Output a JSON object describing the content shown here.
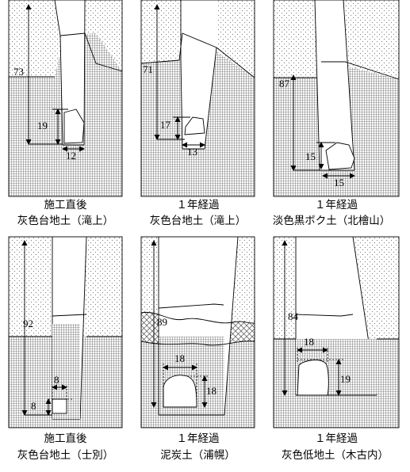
{
  "panels": [
    {
      "id": "p1",
      "depth": "73",
      "cavity_h": "19",
      "cavity_w": "12",
      "caption_line1": "施工直後",
      "caption_line2": "灰色台地土（滝上）"
    },
    {
      "id": "p2",
      "depth": "71",
      "cavity_h": "17",
      "cavity_w": "13",
      "caption_line1": "１年経過",
      "caption_line2": "灰色台地土（滝上）"
    },
    {
      "id": "p3",
      "depth": "87",
      "cavity_h": "15",
      "cavity_w": "15",
      "caption_line1": "１年経過",
      "caption_line2": "淡色黒ボク土（北檜山）"
    },
    {
      "id": "p4",
      "depth": "92",
      "cavity_h": "8",
      "cavity_w": "8",
      "caption_line1": "施工直後",
      "caption_line2": "灰色台地土（士別）"
    },
    {
      "id": "p5",
      "depth": "89",
      "cavity_h": "18",
      "cavity_w": "18",
      "caption_line1": "１年経過",
      "caption_line2": "泥炭土（浦幌）"
    },
    {
      "id": "p6",
      "depth": "84",
      "cavity_h": "19",
      "cavity_w": "18",
      "caption_line1": "１年経過",
      "caption_line2": "灰色低地土（木古内）"
    }
  ],
  "colors": {
    "line": "#000000",
    "dots": "#7a7a7a",
    "grid": "#8a8a8a",
    "hatch": "#555555",
    "background": "#ffffff"
  }
}
